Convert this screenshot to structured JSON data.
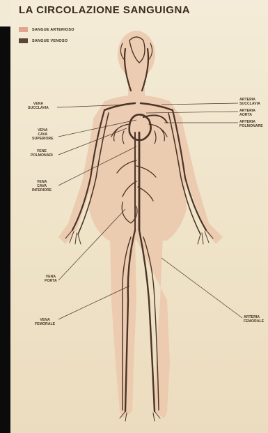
{
  "title": "LA CIRCOLAZIONE SANGUIGNA",
  "legend": [
    {
      "label": "SANGUE ARTERIOSO",
      "color": "#e0a58c"
    },
    {
      "label": "SANGUE VENOSO",
      "color": "#5a4536"
    }
  ],
  "labels": {
    "vena_succlavia": [
      "VENA",
      "SUCCLAVIA"
    ],
    "vena_cava_superiore": [
      "VENA",
      "CAVA",
      "SUPERIORE"
    ],
    "vene_polmonari": [
      "VENE",
      "POLMONARI"
    ],
    "vena_cava_inferiore": [
      "VENA",
      "CAVA",
      "INFERIORE"
    ],
    "vena_porta": [
      "VENA",
      "PORTA"
    ],
    "vena_femorale": [
      "VENA",
      "FEMORALE"
    ],
    "arteria_succlavia": [
      "ARTERIA",
      "SUCCLAVIA"
    ],
    "arteria_aorta": [
      "ARTERIA",
      "AORTA"
    ],
    "arteria_polmonare": [
      "ARTERIA",
      "POLMONARE"
    ],
    "arteria_femorale": [
      "ARTERIA",
      "FEMORALE"
    ]
  },
  "colors": {
    "body_fill": "#ecc8ad",
    "vessel": "#4a3426"
  }
}
